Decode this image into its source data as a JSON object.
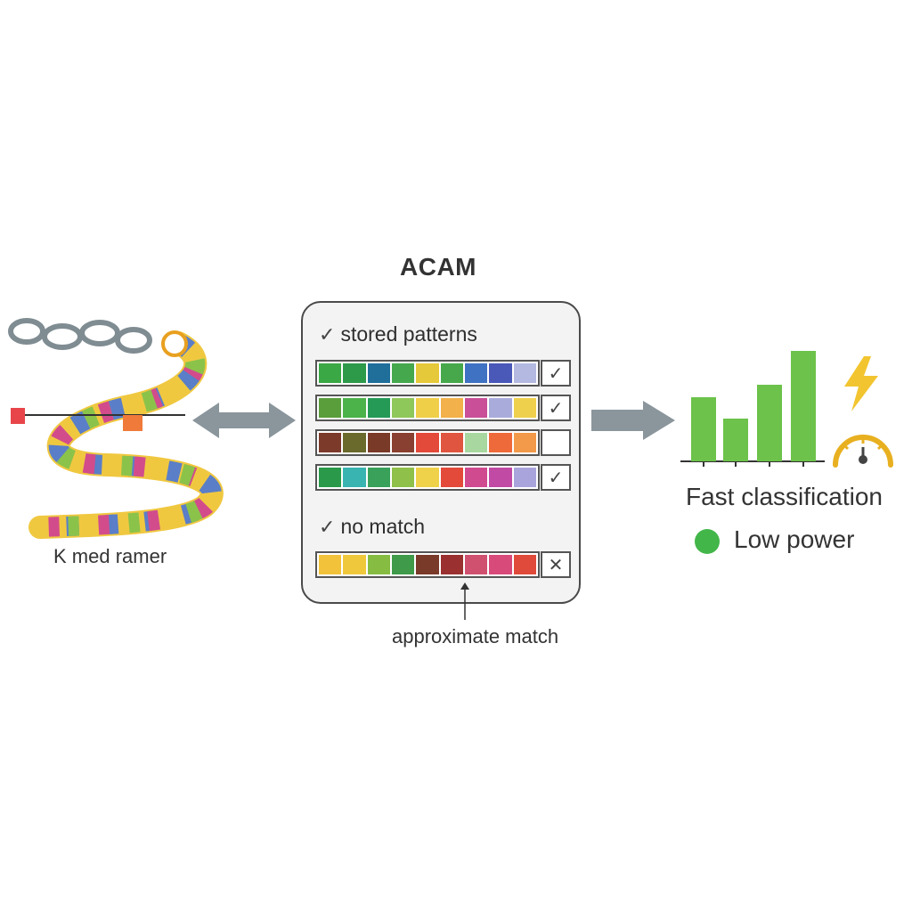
{
  "title": "ACAM",
  "left": {
    "caption": "K med ramer"
  },
  "panel": {
    "stored_label": "stored patterns",
    "stored_glyph": "✓",
    "stored_rows": [
      {
        "colors": [
          "#3aa845",
          "#2d9a4a",
          "#1f6f9a",
          "#45a84d",
          "#e6c93a",
          "#46a84b",
          "#3f72c2",
          "#4a58b8",
          "#b3b9e0"
        ],
        "status": "✓"
      },
      {
        "colors": [
          "#5a9e3c",
          "#4cb24a",
          "#249a56",
          "#8fc85a",
          "#f0cf48",
          "#f2b14a",
          "#c84f98",
          "#a9acdb",
          "#efd04c"
        ],
        "status": "✓"
      },
      {
        "colors": [
          "#7b3a2a",
          "#6a6a2c",
          "#7a3a28",
          "#8a4030",
          "#e34a3a",
          "#e0553f",
          "#a8d8a0",
          "#ef6a3a",
          "#f29a4a"
        ],
        "status": ""
      },
      {
        "colors": [
          "#2a9a4a",
          "#39b4b0",
          "#3aa15a",
          "#8ec04a",
          "#f0d24a",
          "#e44a3a",
          "#d04a90",
          "#c04aa4",
          "#aaa4dc"
        ],
        "status": "✓"
      }
    ],
    "nomatch_label": "no match",
    "nomatch_glyph": "✓",
    "nomatch_row": {
      "colors": [
        "#f2c23a",
        "#f0c83c",
        "#86bc42",
        "#3f9a4a",
        "#7a3a2a",
        "#9a3030",
        "#d05070",
        "#d84a7a",
        "#e04a3a"
      ],
      "status": "✕"
    }
  },
  "approx_caption": "approximate match",
  "right": {
    "fast_caption": "Fast classification",
    "low_caption": "Low power"
  },
  "chart_data": {
    "type": "bar",
    "values": [
      72,
      48,
      86,
      124
    ],
    "title": "",
    "xlabel": "",
    "ylabel": "",
    "ylim": [
      0,
      130
    ],
    "grid": false,
    "color": "#6cc24a"
  },
  "colors": {
    "arrow": "#8a959c",
    "accent_bolt": "#f2c530",
    "gauge": "#e8b020",
    "chain": "#7f8c92"
  }
}
